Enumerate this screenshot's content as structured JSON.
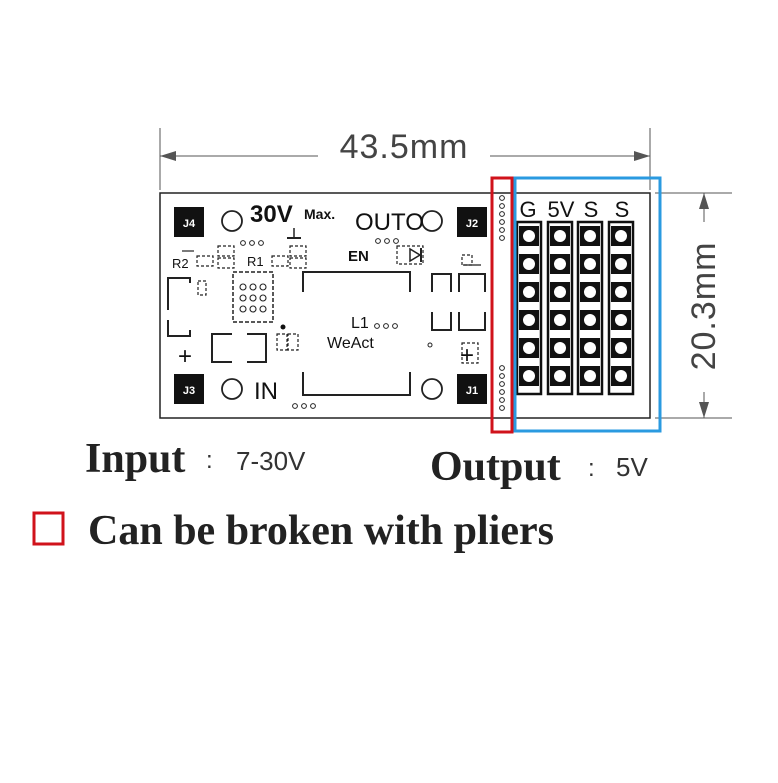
{
  "dimensions": {
    "width": "43.5mm",
    "height": "20.3mm"
  },
  "board": {
    "voltage_max": "30V",
    "max_suffix": "Max.",
    "out_label": "OUTO",
    "en_label": "EN",
    "in_label": "IN",
    "inductor_ref": "L1",
    "brand": "WeAct",
    "r1": "R1",
    "r2": "R2",
    "plus": "+",
    "corner_marks": [
      "J4",
      "J2",
      "J3",
      "J1"
    ]
  },
  "header": {
    "columns": [
      "G",
      "5V",
      "S",
      "S"
    ],
    "rows": 6
  },
  "specs": {
    "input_label": "Input",
    "input_separator": ":",
    "input_value": "7-30V",
    "output_label": "Output",
    "output_separator": ":",
    "output_value": "5V"
  },
  "legend": {
    "text": "Can be broken with pliers"
  },
  "colors": {
    "breakable_marker": "#d0121b",
    "header_box": "#2a9ae0",
    "line": "#222222"
  }
}
